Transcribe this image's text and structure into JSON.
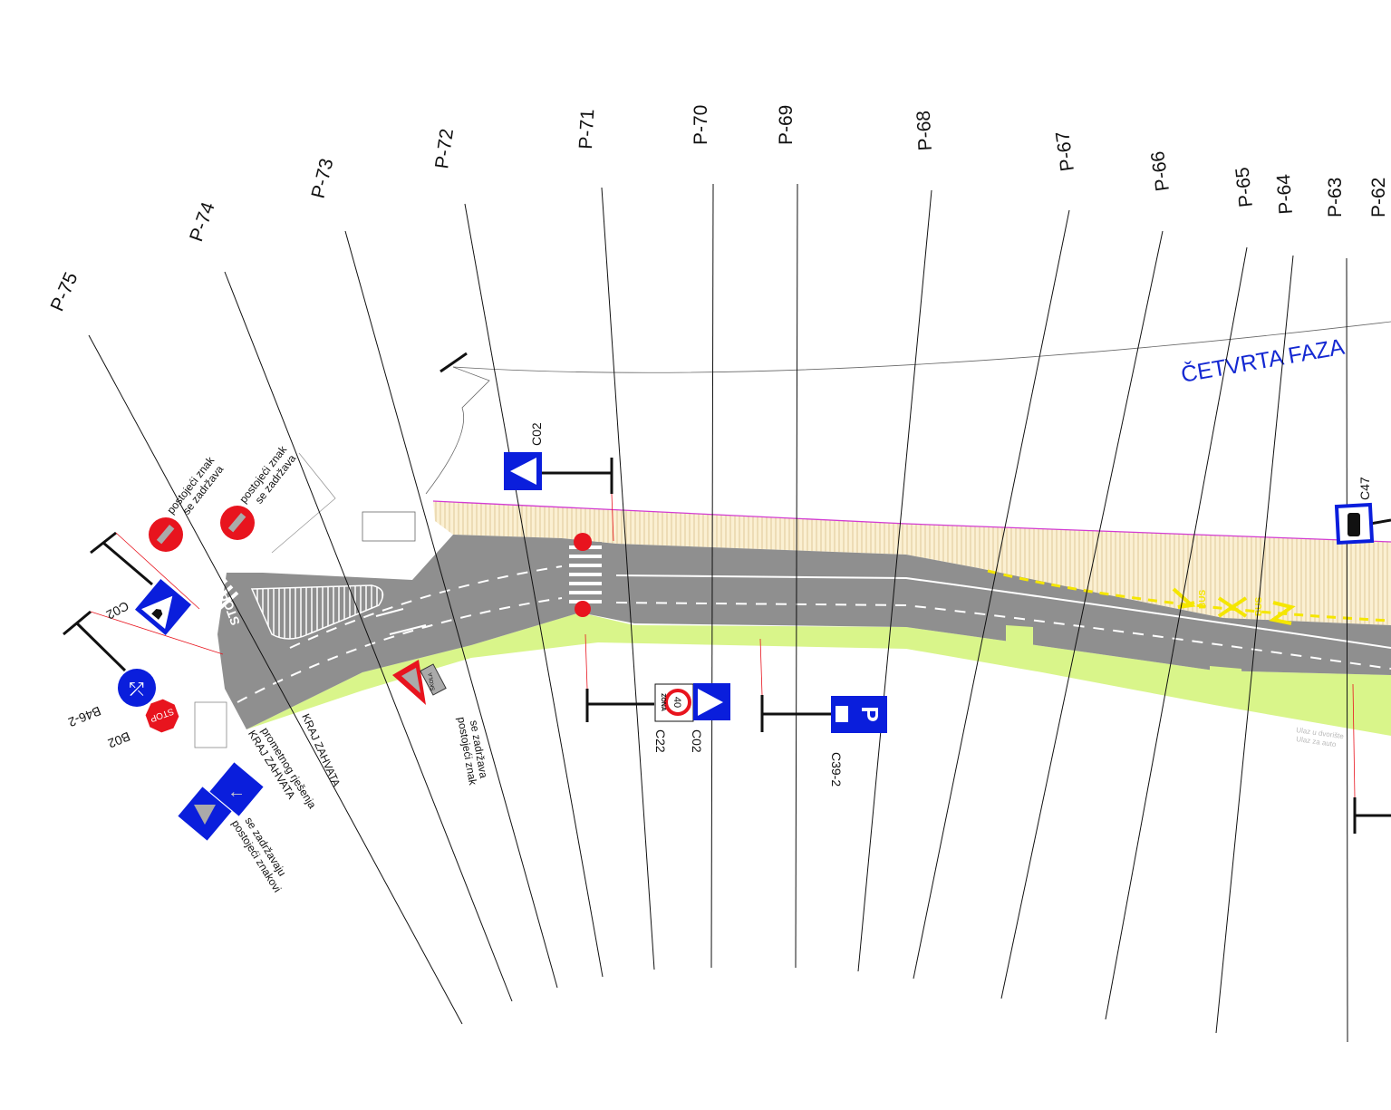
{
  "phase_label": "ČETVRTA FAZA",
  "profiles": [
    "P-75",
    "P-74",
    "P-73",
    "P-72",
    "P-71",
    "P-70",
    "P-69",
    "P-68",
    "P-67",
    "P-66",
    "P-65",
    "P-64",
    "P-63",
    "P-62"
  ],
  "sign_codes": {
    "c02_left": "C02",
    "b46_2": "B46-2",
    "b02": "B02",
    "c02_top": "C02",
    "c22": "C22",
    "c02_mid": "C02",
    "c39_2": "C39-2",
    "c47": "C47"
  },
  "sign_text": {
    "stop": "STOP",
    "speed": "40",
    "zone": "ZONA",
    "parking": "P",
    "school": "ŠKOLA",
    "bus": "BUS"
  },
  "notes": {
    "existing_sign_1": [
      "postojeći znak",
      "se zadržava"
    ],
    "existing_sign_2": [
      "postojeći znak",
      "se zadržava"
    ],
    "existing_sign_3": [
      "postojeći znak",
      "se zadržava"
    ],
    "existing_signs": [
      "postojeći znakovi",
      "se zadržavaju"
    ],
    "end_scope_1": [
      "KRAJ ZAHVATA",
      "prometnog rješenja"
    ],
    "end_scope_2": "KRAJ ZAHVATA"
  },
  "driveway_labels": [
    "Ulaz u dvorište",
    "Ulaz za auto"
  ],
  "colors": {
    "road": "#8f8f8f",
    "green_strip": "#d9f58a",
    "sidewalk": "#fbf0d2",
    "sign_blue": "#0a1edc",
    "sign_red": "#e8141e",
    "phase_text": "#1428d2",
    "bus_marking": "#f5e600"
  }
}
